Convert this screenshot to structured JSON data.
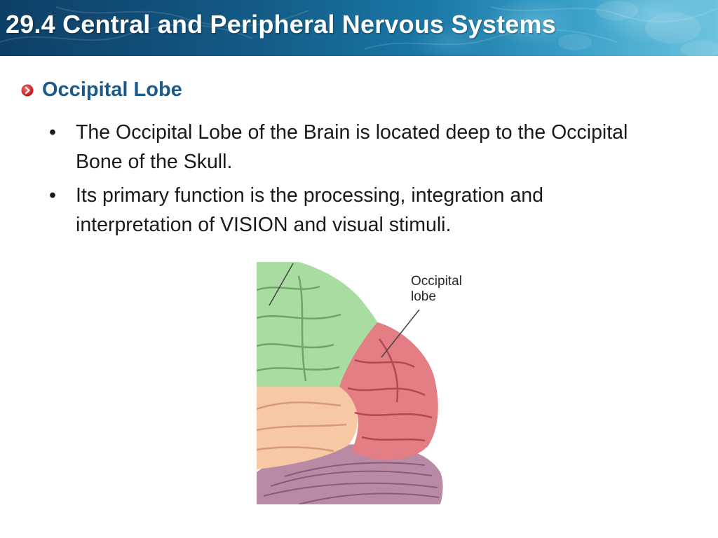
{
  "header": {
    "title": "29.4 Central and Peripheral Nervous Systems"
  },
  "section": {
    "title": "Occipital Lobe",
    "icon": "red-circle-arrow-icon"
  },
  "bullets": [
    {
      "symbol": "•",
      "text": "The Occipital Lobe of the Brain is located deep to the Occipital Bone of the Skull."
    },
    {
      "symbol": "•",
      "text": "Its primary function is the processing, integration and interpretation of VISION and visual stimuli."
    }
  ],
  "figure": {
    "label_line1": "Occipital",
    "label_line2": "lobe"
  },
  "colors": {
    "header_dark": "#0d3f66",
    "header_light": "#6ec3de",
    "section_title": "#1d5a8c",
    "bullet_icon": "#d0262b",
    "parietal_green": "#a9dca0",
    "occipital_red": "#e37f84",
    "temporal_peach": "#f7c8a4",
    "cerebellum_mauve": "#b98aa6"
  }
}
